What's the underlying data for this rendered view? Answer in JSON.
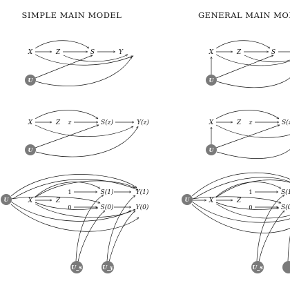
{
  "titles": {
    "left": "SIMPLE MAIN MODEL",
    "right": "GENERAL MAIN MODEL"
  },
  "colors": {
    "node_fill": "#7a7a7a",
    "edge": "#111111"
  },
  "labels": {
    "X": "X",
    "Z": "Z",
    "S": "S",
    "Y": "Y",
    "z": "z",
    "Sz": "S(z)",
    "Yz": "Y(z)",
    "one": "1",
    "zero": "0",
    "S1": "S(1)",
    "S0": "S(0)",
    "Y1": "Y(1)",
    "Y0": "Y(0)",
    "U": "U",
    "Us": "U_s",
    "Uy": "U_y"
  }
}
